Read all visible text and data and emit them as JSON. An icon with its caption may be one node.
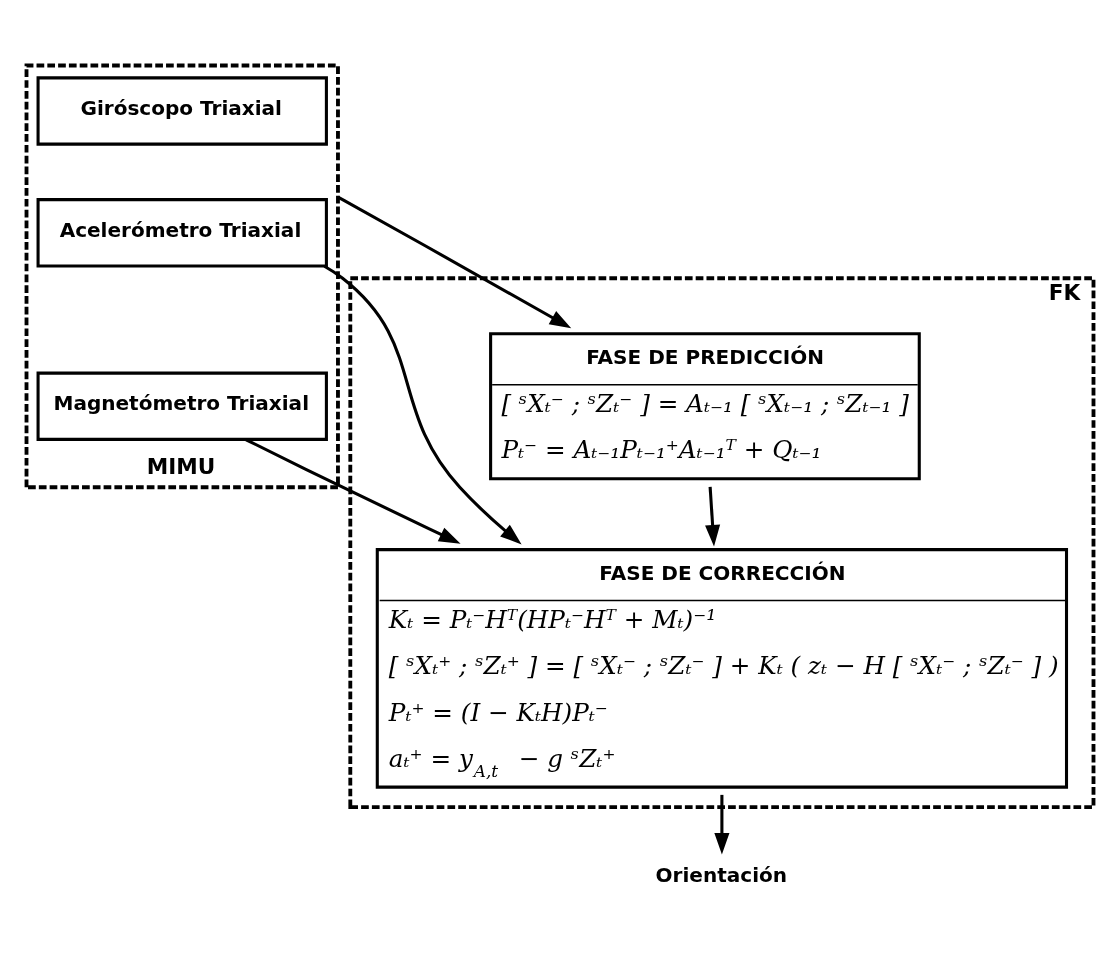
{
  "diagram": {
    "nodes": [
      {
        "text": [
          "MIMU"
        ]
      },
      {
        "text": [
          "Giróscopo Triaxial"
        ],
        "in": 0
      },
      {
        "text": [
          "Acelerómetro Triaxial"
        ],
        "in": 0
      },
      {
        "text": [
          "Magnetómetro Triaxial"
        ],
        "in": 0
      },
      {
        "text": [
          "FK"
        ]
      },
      {
        "text": [
          "FASE DE PREDICCIÓN",
          "[ ˢXₜ⁻ ; ˢZₜ⁻ ] = Aₜ₋₁ [ ˢXₜ₋₁ ; ˢZₜ₋₁ ]",
          "Pₜ⁻ = Aₜ₋₁Pₜ₋₁⁺Aₜ₋₁ᵀ + Qₜ₋₁"
        ],
        "in": 4
      },
      {
        "text": [
          "FASE DE CORRECCIÓN",
          "Kₜ = Pₜ⁻Hᵀ(HPₜ⁻Hᵀ + Mₜ)⁻¹",
          "[ ˢXₜ⁺ ; ˢZₜ⁺ ] = [ ˢXₜ⁻ ; ˢZₜ⁻ ] + Kₜ ( zₜ − H [ ˢXₜ⁻ ; ˢZₜ⁻ ] )",
          "Pₜ⁺ = (I − KₜH)Pₜ⁻",
          "aₜ⁺ = y$_{A,t}$ − g ˢZₜ⁺"
        ],
        "in": 4
      },
      {
        "text": [
          "Orientación"
        ]
      }
    ],
    "edges": [
      {
        "from": 0,
        "to": 5,
        "arrow": "to"
      },
      {
        "from": 2,
        "to": 6,
        "arrow": "to"
      },
      {
        "from": 3,
        "to": 6,
        "arrow": "to"
      },
      {
        "from": 5,
        "to": 6,
        "arrow": "to"
      },
      {
        "from": 6,
        "to": 7,
        "arrow": "to"
      }
    ]
  }
}
